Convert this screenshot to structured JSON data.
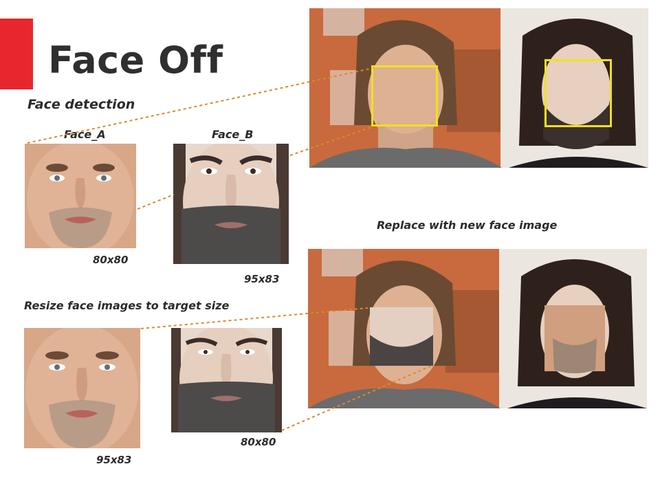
{
  "slide": {
    "title": "Face Off",
    "sections": {
      "detection": "Face detection",
      "resize": "Resize face images to target size",
      "replace": "Replace with new face image"
    },
    "faces": {
      "a_label": "Face_A",
      "b_label": "Face_B",
      "a_size": "80x80",
      "b_size": "95x83",
      "a_resized": "95x83",
      "b_resized": "80x80"
    },
    "colors": {
      "accent": "#e8262d",
      "box": "#f2e11a",
      "leader": "#d98a2b"
    }
  }
}
